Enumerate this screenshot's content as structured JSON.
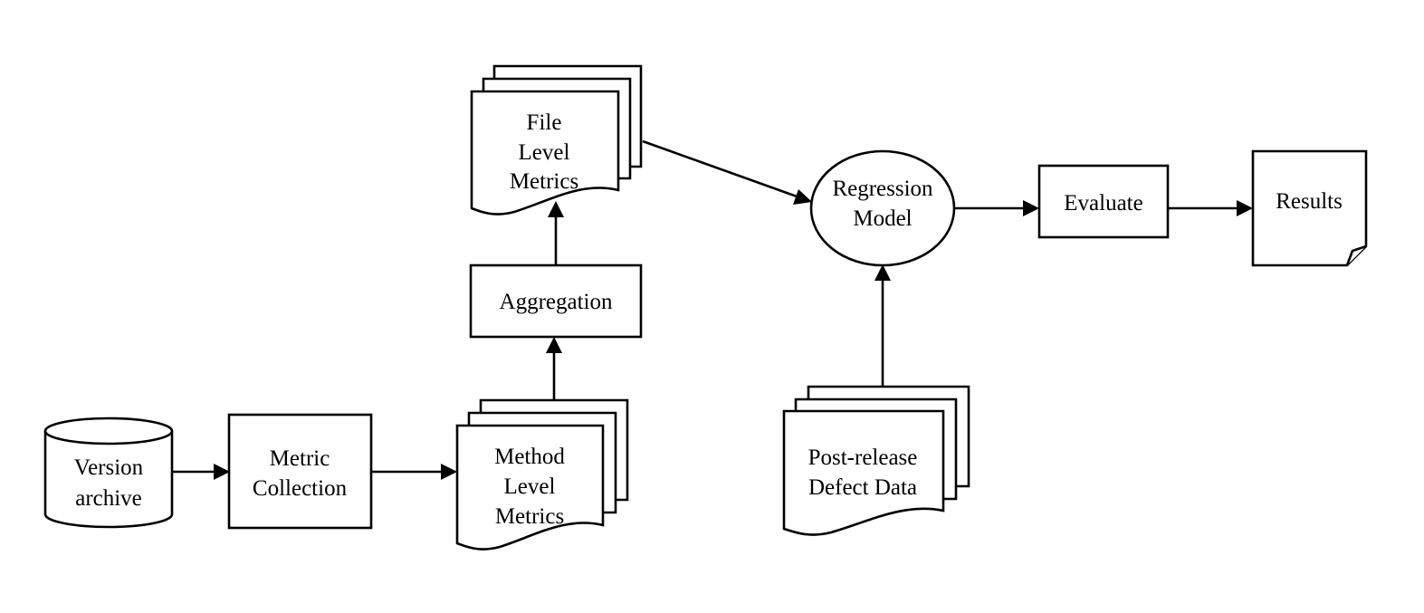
{
  "diagram": {
    "nodes": {
      "version_archive": {
        "lines": [
          "Version",
          "archive"
        ],
        "shape": "cylinder"
      },
      "metric_collection": {
        "lines": [
          "Metric",
          "Collection"
        ],
        "shape": "rectangle"
      },
      "method_level_metrics": {
        "lines": [
          "Method",
          "Level",
          "Metrics"
        ],
        "shape": "multi-document"
      },
      "aggregation": {
        "lines": [
          "Aggregation"
        ],
        "shape": "rectangle"
      },
      "file_level_metrics": {
        "lines": [
          "File",
          "Level",
          "Metrics"
        ],
        "shape": "multi-document"
      },
      "regression_model": {
        "lines": [
          "Regression",
          "Model"
        ],
        "shape": "ellipse"
      },
      "post_release_defect_data": {
        "lines": [
          "Post-release",
          "Defect Data"
        ],
        "shape": "multi-document"
      },
      "evaluate": {
        "lines": [
          "Evaluate"
        ],
        "shape": "rectangle"
      },
      "results": {
        "lines": [
          "Results"
        ],
        "shape": "folded-page"
      }
    },
    "edges": [
      {
        "from": "version_archive",
        "to": "metric_collection"
      },
      {
        "from": "metric_collection",
        "to": "method_level_metrics"
      },
      {
        "from": "method_level_metrics",
        "to": "aggregation"
      },
      {
        "from": "aggregation",
        "to": "file_level_metrics"
      },
      {
        "from": "file_level_metrics",
        "to": "regression_model"
      },
      {
        "from": "post_release_defect_data",
        "to": "regression_model"
      },
      {
        "from": "regression_model",
        "to": "evaluate"
      },
      {
        "from": "evaluate",
        "to": "results"
      }
    ]
  }
}
